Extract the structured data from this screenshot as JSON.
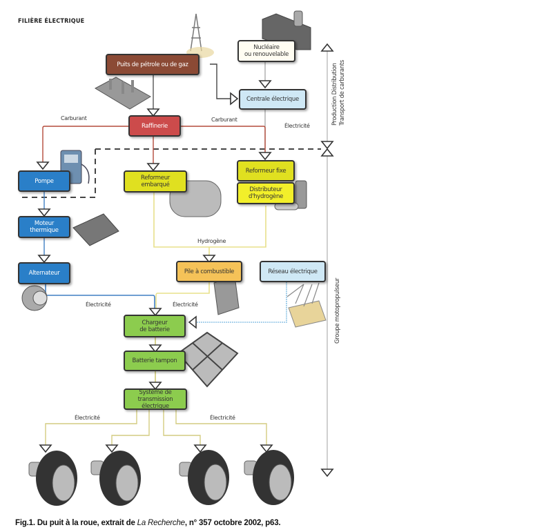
{
  "title": "FILIÈRE ÉLECTRIQUE",
  "colors": {
    "oil_well": "#8b4a35",
    "refinery": "#cc4b4b",
    "blue_box": "#2a7fc8",
    "light_blue_box": "#cfe8f5",
    "yellow_box": "#e0e020",
    "yellow_bright": "#f2ef2a",
    "orange_box": "#f5c258",
    "green_box": "#8ccc4e",
    "cream_box": "#fffdf2",
    "red_line": "#b34a3a",
    "blue_line": "#3f7fc4",
    "yellow_line": "#e8e08a",
    "dark_line": "#444444",
    "grey_line": "#aaaaaa"
  },
  "nodes": {
    "puits": "Puits de pétrole ou de gaz",
    "nucleaire_l1": "Nucléaire",
    "nucleaire_l2": "ou renouvelable",
    "centrale": "Centrale électrique",
    "raffinerie": "Raffinerie",
    "pompe": "Pompe",
    "reformeur_embarque_l1": "Reformeur",
    "reformeur_embarque_l2": "embarqué",
    "reformeur_fixe": "Reformeur fixe",
    "distributeur_l1": "Distributeur",
    "distributeur_l2": "d'hydrogène",
    "moteur_l1": "Moteur",
    "moteur_l2": "thermique",
    "alternateur": "Alternateur",
    "pile": "Pile à combustible",
    "reseau": "Réseau électrique",
    "chargeur_l1": "Chargeur",
    "chargeur_l2": "de batterie",
    "batterie": "Batterie tampon",
    "systeme_l1": "Système de",
    "systeme_l2": "transmission électrique"
  },
  "edge_labels": {
    "carburant_left": "Carburant",
    "carburant_right": "Carburant",
    "electricite_centrale": "Électricité",
    "hydrogene": "Hydrogène",
    "electricite_alternateur": "Électricité",
    "electricite_pile": "Électricité",
    "electricite_wheels_left": "Électricité",
    "electricite_wheels_right": "Électricité"
  },
  "axis": {
    "top_section_l1": "Production  Distribution",
    "top_section_l2": "Transport de carburants",
    "bottom_section": "Groupe motopropulseur"
  },
  "caption": {
    "prefix": "Fig.1. Du puit à la roue, extrait de ",
    "journal": "La Recherche",
    "suffix": ", n° 357 octobre 2002, p63."
  }
}
